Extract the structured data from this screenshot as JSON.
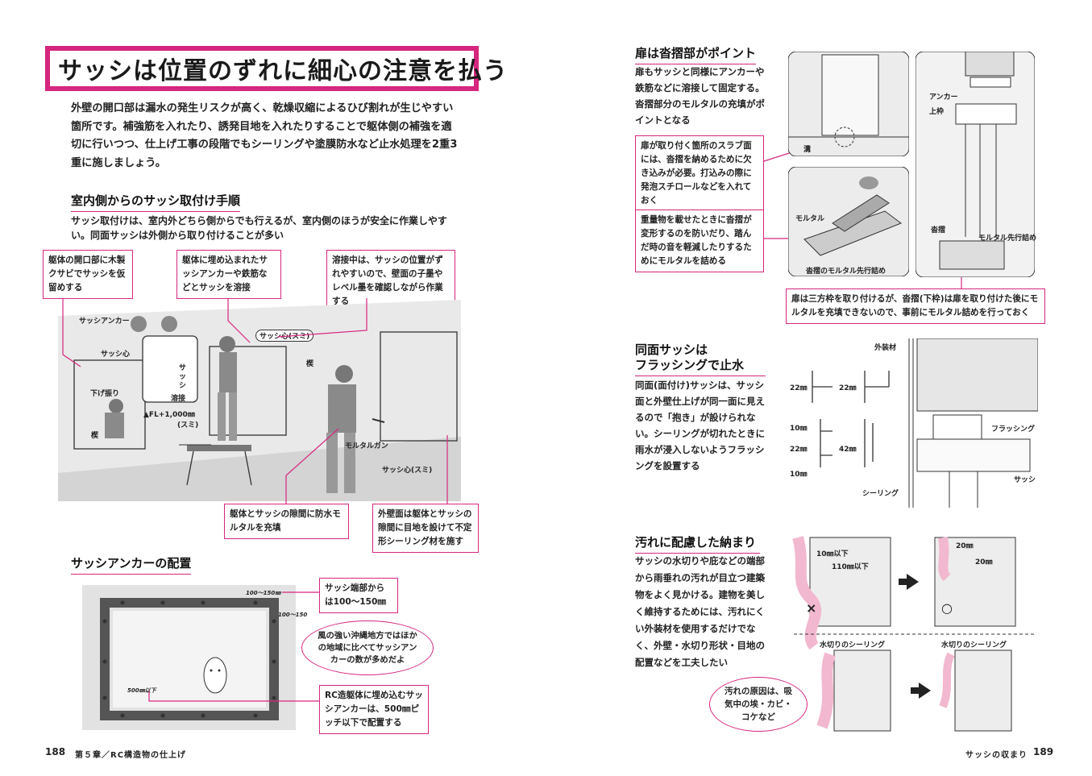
{
  "left_page": {
    "title": "サッシは位置のずれに細心の注意を払う",
    "intro": "外壁の開口部は漏水の発生リスクが高く、乾燥収縮によるひび割れが生じやすい箇所です。補強筋を入れたり、誘発目地を入れたりすることで躯体側の補強を適切に行いつつ、仕上げ工事の段階でもシーリングや塗膜防水など止水処理を2重3重に施しましょう。",
    "section1": {
      "heading": "室内側からのサッシ取付け手順",
      "body": "サッシ取付けは、室内外どちら側からでも行えるが、室内側のほうが安全に作業しやすい。同面サッシは外側から取り付けることが多い"
    },
    "callouts": [
      "躯体の開口部に木製クサビでサッシを仮留めする",
      "躯体に埋め込まれたサッシアンカーや鉄筋などとサッシを溶接",
      "溶接中は、サッシの位置がずれやすいので、壁面の子墨やレベル墨を確認しながら作業する",
      "躯体とサッシの隙間に防水モルタルを充填",
      "外壁面は躯体とサッシの隙間に目地を設けて不定形シーリング材を施す"
    ],
    "figure1_labels": {
      "anchor": "サッシアンカー",
      "sash_center": "サッシ心",
      "sash_center_sumi": "サッシ心(スミ)",
      "plumb": "下げ振り",
      "wedge": "楔",
      "wedge2": "楔",
      "sash_v": "サッシ",
      "weld": "溶接",
      "fl": "▲FL+1,000㎜",
      "sumi": "(スミ)",
      "mortar_gun": "モルタルガン",
      "sash_center2": "サッシ心(スミ)"
    },
    "section2": {
      "heading": "サッシアンカーの配置",
      "callout_top": "サッシ端部からは100～150㎜",
      "bubble": "風の強い沖縄地方ではほかの地域に比べてサッシアンカーの数が多めだよ",
      "callout_bottom": "RC造躯体に埋め込むサッシアンカーは、500㎜ピッチ以下で配置する",
      "hand1": "100〜150㎜",
      "hand2": "100〜150",
      "hand3": "500㎜以下"
    },
    "footer": {
      "page": "188",
      "chapter": "第５章／RC構造物の仕上げ"
    }
  },
  "right_page": {
    "section1": {
      "heading": "扉は沓摺部がポイント",
      "body": "扉もサッシと同様にアンカーや鉄筋などに溶接して固定する。沓摺部分のモルタルの充填がポイントとなる",
      "callout1": "扉が取り付く箇所のスラブ面には、沓摺を納めるために欠き込みが必要。打込みの際に発泡スチロールなどを入れておく",
      "callout2": "重量物を載せたときに沓摺が変形するのを防いだり、踏んだ時の音を軽減したりするためにモルタルを詰める",
      "callout3": "扉は三方枠を取り付けるが、沓摺(下枠)は扉を取り付けた後にモルタルを充填できないので、事前にモルタル詰めを行っておく",
      "labels": {
        "groove": "溝",
        "mortar": "モルタル",
        "pre_fill": "沓摺のモルタル先行詰め",
        "anchor": "アンカー",
        "upper_frame": "上枠",
        "kutsuzuri": "沓摺",
        "mortar_pre": "モルタル先行詰め"
      }
    },
    "section2": {
      "heading_line1": "同面サッシは",
      "heading_line2": "フラッシングで止水",
      "body": "同面(面付け)サッシは、サッシ面と外壁仕上げが同一面に見えるので「抱き」が設けられない。シーリングが切れたときに雨水が浸入しないようフラッシングを設置する",
      "dims": [
        "22㎜",
        "22㎜",
        "10㎜",
        "22㎜",
        "10㎜",
        "42㎜"
      ],
      "labels": {
        "cladding": "外装材",
        "flashing": "フラッシング",
        "sealing": "シーリング",
        "sash": "サッシ"
      }
    },
    "section3": {
      "heading": "汚れに配慮した納まり",
      "body": "サッシの水切りや庇などの端部から雨垂れの汚れが目立つ建築物をよく見かける。建物を美しく維持するためには、汚れにくい外装材を使用するだけでなく、外壁・水切り形状・目地の配置などを工夫したい",
      "bubble": "汚れの原因は、吸気中の埃・カビ・コケなど",
      "labels": {
        "d1": "10㎜以下",
        "d2": "110㎜以下",
        "d3": "20㎜",
        "d4": "20㎜",
        "seal1": "水切りのシーリング",
        "seal2": "水切りのシーリング",
        "x": "×",
        "o": "○"
      }
    },
    "footer": {
      "page": "189",
      "section": "サッシの収まり"
    }
  },
  "colors": {
    "accent": "#d6267e",
    "text": "#222222",
    "stain": "#f2b8cf"
  }
}
